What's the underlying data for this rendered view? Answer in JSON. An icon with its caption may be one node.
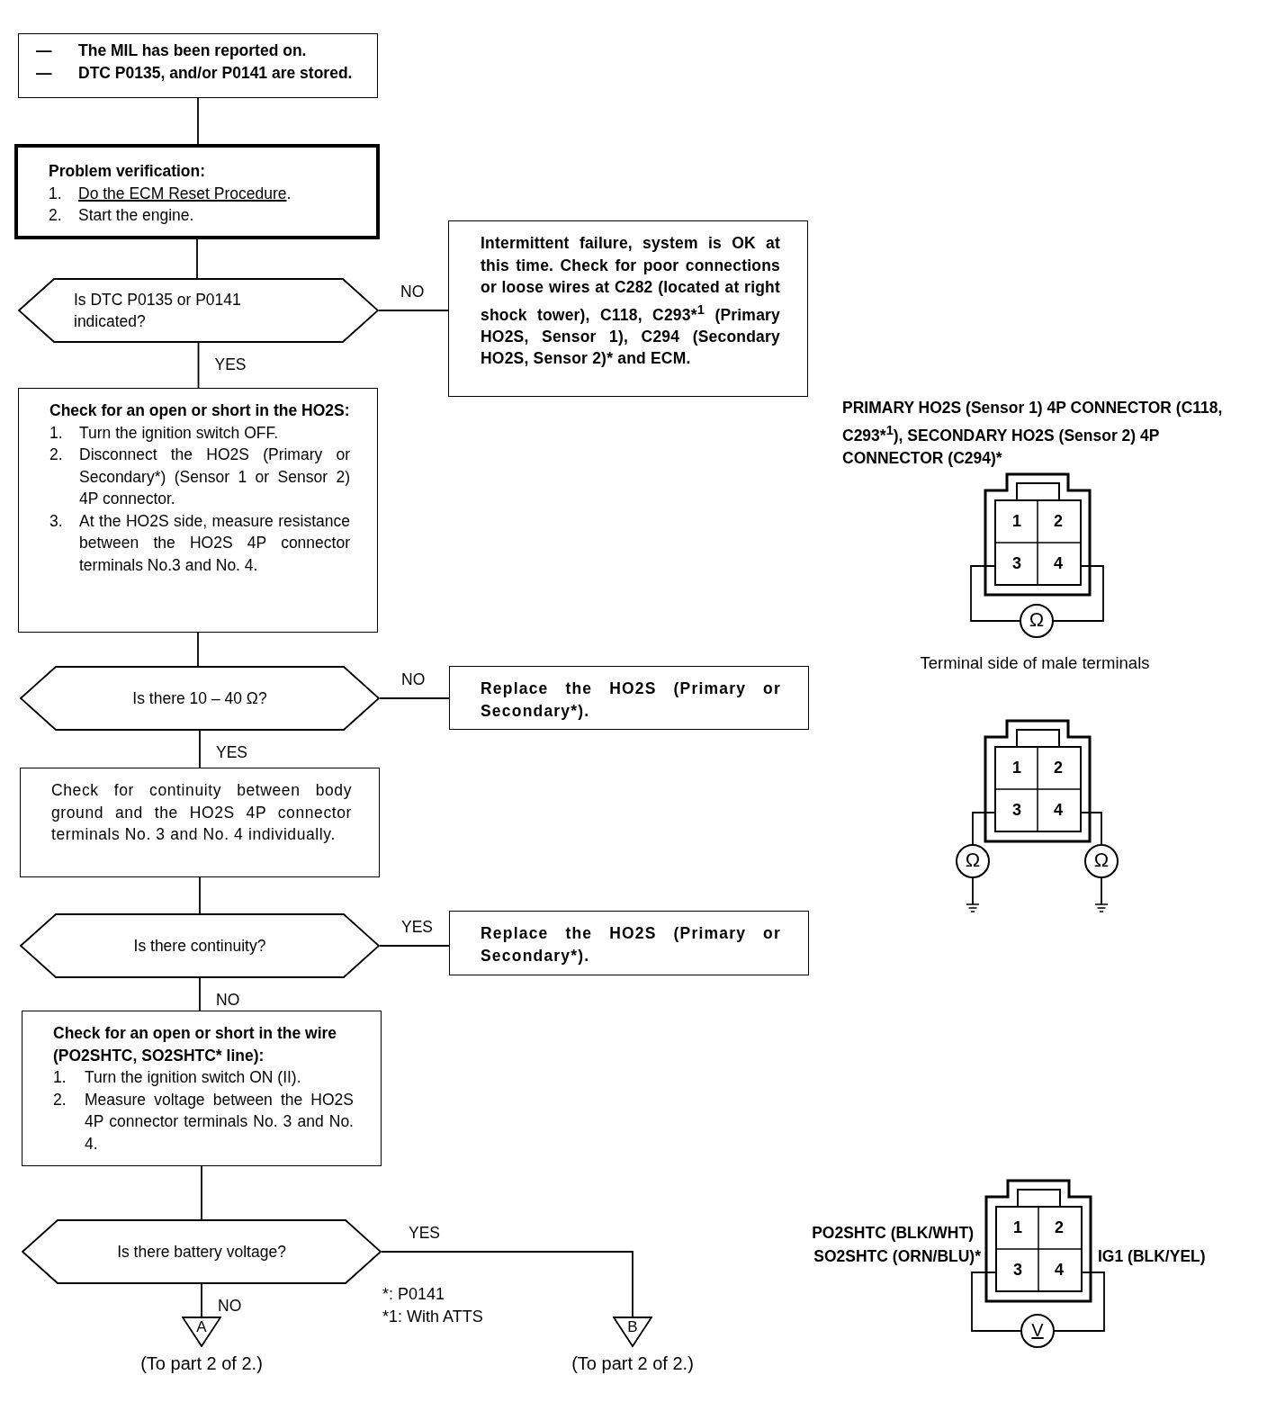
{
  "diagram": {
    "nodes": [
      {
        "text": [
          "— The MIL has been reported on.",
          "— DTC P0135, and/or P0141 are stored."
        ]
      },
      {
        "text": [
          "Problem verification:",
          "1. Do the ECM Reset Procedure.",
          "2. Start the engine."
        ]
      },
      {
        "text": [
          "Is DTC P0135 or P0141 indicated?"
        ]
      },
      {
        "text": [
          "Intermittent failure, system is OK at this time. Check for poor connections or loose wires at C282 (located at right shock tower), C118, C293*$^{1}$ (Primary HO2S, Sensor 1), C294 (Secondary HO2S, Sensor 2)* and ECM."
        ]
      },
      {
        "text": [
          "Check for an open or short in the HO2S:",
          "1. Turn the ignition switch OFF.",
          "2. Disconnect the HO2S (Primary or Secondary*) (Sensor 1 or Sensor 2) 4P connector.",
          "3. At the HO2S side, measure resistance between the HO2S 4P connector terminals No.3 and No. 4."
        ]
      },
      {
        "text": [
          "Is there 10 – 40 Ω?"
        ]
      },
      {
        "text": [
          "Replace the HO2S (Primary or Secondary*)."
        ]
      },
      {
        "text": [
          "Check for continuity between body ground and the HO2S 4P connector terminals No. 3 and No. 4 individually."
        ]
      },
      {
        "text": [
          "Is there continuity?"
        ]
      },
      {
        "text": [
          "Replace the HO2S (Primary or Secondary*)."
        ]
      },
      {
        "text": [
          "Check for an open or short in the wire (PO2SHTC, SO2SHTC* line):",
          "1. Turn the ignition switch ON (II).",
          "2. Measure voltage between the HO2S 4P connector terminals No. 3 and No. 4."
        ]
      },
      {
        "text": [
          "Is there battery voltage?"
        ]
      },
      {
        "text": [
          "A"
        ],
        "beside": [
          "(To part 2 of 2.)"
        ]
      },
      {
        "text": [
          "B"
        ],
        "beside": [
          "(To part 2 of 2.)"
        ]
      }
    ],
    "edges": [
      {
        "from": 0,
        "to": 1,
        "arrow": "none"
      },
      {
        "from": 1,
        "to": 2,
        "arrow": "none"
      },
      {
        "from": 2,
        "to": 3,
        "arrow": "none",
        "label": "NO"
      },
      {
        "from": 2,
        "to": 4,
        "arrow": "none",
        "label": "YES"
      },
      {
        "from": 4,
        "to": 5,
        "arrow": "none"
      },
      {
        "from": 5,
        "to": 6,
        "arrow": "none",
        "label": "NO"
      },
      {
        "from": 5,
        "to": 7,
        "arrow": "none",
        "label": "YES"
      },
      {
        "from": 7,
        "to": 8,
        "arrow": "none"
      },
      {
        "from": 8,
        "to": 9,
        "arrow": "none",
        "label": "YES"
      },
      {
        "from": 8,
        "to": 10,
        "arrow": "none",
        "label": "NO"
      },
      {
        "from": 10,
        "to": 11,
        "arrow": "none"
      },
      {
        "from": 11,
        "to": 12,
        "arrow": "none",
        "label": "NO"
      },
      {
        "from": 11,
        "to": 13,
        "arrow": "none",
        "label": "YES"
      }
    ],
    "labels": [
      "PRIMARY HO2S (Sensor 1) 4P CONNECTOR (C118, C293*$^{1}$), SECONDARY HO2S (Sensor 2) 4P CONNECTOR (C294)*",
      "1",
      "2",
      "3",
      "4",
      "Ω",
      "Terminal side of male terminals",
      "1",
      "2",
      "3",
      "4",
      "Ω",
      "Ω",
      "PO2SHTC (BLK/WHT)",
      "SO2SHTC (ORN/BLU)*",
      "IG1 (BLK/YEL)",
      "1",
      "2",
      "3",
      "4",
      "V",
      "*: P0141",
      "*1: With ATTS"
    ]
  }
}
